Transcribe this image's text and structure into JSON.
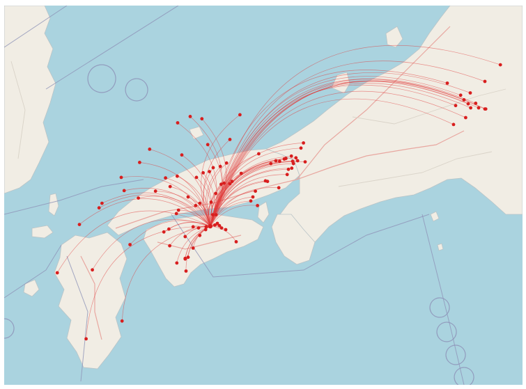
{
  "colors": {
    "sea": "#aad3df",
    "land": "#f1ede4",
    "land_edge": "#b9c4c7",
    "boundary": "#8e93b8",
    "road": "#e8a7a0",
    "road_minor": "#d9d3c8",
    "flow": "#e03a3a",
    "dot": "#d81e1e",
    "page": "#ffffff"
  },
  "map": {
    "origin_id": "kochi",
    "nodes": [
      {
        "id": "kochi",
        "lon": 133.53,
        "lat": 33.56
      },
      {
        "id": "tokyo1",
        "lon": 139.7,
        "lat": 35.69
      },
      {
        "id": "tokyo2",
        "lon": 139.76,
        "lat": 35.62
      },
      {
        "id": "tokyo3",
        "lon": 139.6,
        "lat": 35.76
      },
      {
        "id": "tokyo4",
        "lon": 139.88,
        "lat": 35.7
      },
      {
        "id": "tokyo5",
        "lon": 139.64,
        "lat": 35.45
      },
      {
        "id": "tokyo6",
        "lon": 139.52,
        "lat": 35.84
      },
      {
        "id": "tokyo7",
        "lon": 139.95,
        "lat": 35.62
      },
      {
        "id": "tokyo8",
        "lon": 140.1,
        "lat": 35.6
      },
      {
        "id": "tokyo9",
        "lon": 139.4,
        "lat": 35.66
      },
      {
        "id": "tokyo10",
        "lon": 139.75,
        "lat": 35.88
      },
      {
        "id": "chiba1",
        "lon": 140.12,
        "lat": 35.6
      },
      {
        "id": "ibaraki1",
        "lon": 140.1,
        "lat": 36.08
      },
      {
        "id": "ibaraki2",
        "lon": 140.47,
        "lat": 36.37
      },
      {
        "id": "kanagawa1",
        "lon": 139.35,
        "lat": 35.33
      },
      {
        "id": "saitama1",
        "lon": 139.2,
        "lat": 36.05
      },
      {
        "id": "osaka1",
        "lon": 135.5,
        "lat": 34.69
      },
      {
        "id": "osaka2",
        "lon": 135.52,
        "lat": 34.65
      },
      {
        "id": "osaka3",
        "lon": 135.58,
        "lat": 34.75
      },
      {
        "id": "osaka4",
        "lon": 135.4,
        "lat": 34.55
      },
      {
        "id": "osaka5",
        "lon": 135.62,
        "lat": 34.7
      },
      {
        "id": "kobe1",
        "lon": 135.19,
        "lat": 34.69
      },
      {
        "id": "kobe2",
        "lon": 135.1,
        "lat": 34.7
      },
      {
        "id": "kyoto1",
        "lon": 135.76,
        "lat": 35.01
      },
      {
        "id": "kyoto2",
        "lon": 135.7,
        "lat": 34.92
      },
      {
        "id": "nara1",
        "lon": 135.8,
        "lat": 34.68
      },
      {
        "id": "wakayama1",
        "lon": 135.17,
        "lat": 34.23
      },
      {
        "id": "himeji1",
        "lon": 134.69,
        "lat": 34.82
      },
      {
        "id": "akashi1",
        "lon": 134.98,
        "lat": 34.65
      },
      {
        "id": "okayama1",
        "lon": 133.92,
        "lat": 34.66
      },
      {
        "id": "okayama2",
        "lon": 133.77,
        "lat": 34.6
      },
      {
        "id": "kurashiki1",
        "lon": 133.6,
        "lat": 34.58
      },
      {
        "id": "tottori1",
        "lon": 134.24,
        "lat": 35.5
      },
      {
        "id": "matsue1",
        "lon": 133.05,
        "lat": 35.47
      },
      {
        "id": "yonago1",
        "lon": 133.33,
        "lat": 35.43
      },
      {
        "id": "izumo1",
        "lon": 132.75,
        "lat": 35.36
      },
      {
        "id": "hiroshima1",
        "lon": 132.46,
        "lat": 34.4
      },
      {
        "id": "fukuyama1",
        "lon": 133.36,
        "lat": 34.49
      },
      {
        "id": "kure1",
        "lon": 132.57,
        "lat": 34.25
      },
      {
        "id": "onomichi1",
        "lon": 133.2,
        "lat": 34.41
      },
      {
        "id": "higashihiroshima1",
        "lon": 132.74,
        "lat": 34.43
      },
      {
        "id": "miyoshi1",
        "lon": 132.85,
        "lat": 34.8
      },
      {
        "id": "yamaguchi1",
        "lon": 131.47,
        "lat": 34.18
      },
      {
        "id": "shimonoseki1",
        "lon": 130.94,
        "lat": 33.96
      },
      {
        "id": "iwakuni1",
        "lon": 132.22,
        "lat": 34.17
      },
      {
        "id": "tokuyama1",
        "lon": 131.81,
        "lat": 34.05
      },
      {
        "id": "takamatsu1",
        "lon": 134.05,
        "lat": 34.34
      },
      {
        "id": "takamatsu2",
        "lon": 134.0,
        "lat": 34.3
      },
      {
        "id": "marugame1",
        "lon": 133.79,
        "lat": 34.29
      },
      {
        "id": "sakaide1",
        "lon": 133.86,
        "lat": 34.31
      },
      {
        "id": "kanonji1",
        "lon": 133.66,
        "lat": 34.13
      },
      {
        "id": "tokushima1",
        "lon": 134.55,
        "lat": 34.07
      },
      {
        "id": "tokushima2",
        "lon": 134.5,
        "lat": 34.0
      },
      {
        "id": "anan1",
        "lon": 134.66,
        "lat": 33.92
      },
      {
        "id": "naruto1",
        "lon": 134.61,
        "lat": 34.17
      },
      {
        "id": "matsuyama1",
        "lon": 132.77,
        "lat": 33.84
      },
      {
        "id": "matsuyama2",
        "lon": 132.72,
        "lat": 33.78
      },
      {
        "id": "imabari1",
        "lon": 133.0,
        "lat": 34.07
      },
      {
        "id": "niihama1",
        "lon": 133.28,
        "lat": 33.96
      },
      {
        "id": "saijo1",
        "lon": 133.18,
        "lat": 33.92
      },
      {
        "id": "shikokuchuo1",
        "lon": 133.55,
        "lat": 33.98
      },
      {
        "id": "ozu1",
        "lon": 132.54,
        "lat": 33.51
      },
      {
        "id": "uwajima1",
        "lon": 132.56,
        "lat": 33.22
      },
      {
        "id": "yawatahama1",
        "lon": 132.42,
        "lat": 33.46
      },
      {
        "id": "sukumo1",
        "lon": 132.73,
        "lat": 32.92
      },
      {
        "id": "tosashimizu1",
        "lon": 132.95,
        "lat": 32.78
      },
      {
        "id": "shimanto1",
        "lon": 132.93,
        "lat": 32.99
      },
      {
        "id": "kuroshio1",
        "lon": 133.0,
        "lat": 33.02
      },
      {
        "id": "susaki1",
        "lon": 133.28,
        "lat": 33.4
      },
      {
        "id": "nankoku1",
        "lon": 133.64,
        "lat": 33.58
      },
      {
        "id": "konan1",
        "lon": 133.75,
        "lat": 33.57
      },
      {
        "id": "aki1",
        "lon": 133.9,
        "lat": 33.5
      },
      {
        "id": "muroto1",
        "lon": 134.15,
        "lat": 33.29
      },
      {
        "id": "tosa1",
        "lon": 133.42,
        "lat": 33.5
      },
      {
        "id": "ino1",
        "lon": 133.43,
        "lat": 33.55
      },
      {
        "id": "kami1",
        "lon": 133.7,
        "lat": 33.61
      },
      {
        "id": "motoyama1",
        "lon": 133.59,
        "lat": 33.76
      },
      {
        "id": "otoyo1",
        "lon": 133.67,
        "lat": 33.76
      },
      {
        "id": "niyodo1",
        "lon": 133.12,
        "lat": 33.55
      },
      {
        "id": "yusuhara1",
        "lon": 132.93,
        "lat": 33.38
      },
      {
        "id": "shimanto2",
        "lon": 133.12,
        "lat": 33.18
      },
      {
        "id": "nakamura1",
        "lon": 132.93,
        "lat": 33.0
      },
      {
        "id": "ochi1",
        "lon": 133.25,
        "lat": 33.53
      },
      {
        "id": "geisei1",
        "lon": 133.8,
        "lat": 33.53
      },
      {
        "id": "fukuoka1",
        "lon": 130.4,
        "lat": 33.59
      },
      {
        "id": "kitakyushu1",
        "lon": 130.87,
        "lat": 33.88
      },
      {
        "id": "oita1",
        "lon": 131.61,
        "lat": 33.24
      },
      {
        "id": "kumamoto1",
        "lon": 130.71,
        "lat": 32.8
      },
      {
        "id": "nagasaki1",
        "lon": 129.87,
        "lat": 32.75
      },
      {
        "id": "kagoshima1",
        "lon": 130.56,
        "lat": 31.6
      },
      {
        "id": "miyazaki1",
        "lon": 131.42,
        "lat": 31.91
      },
      {
        "id": "kobe3",
        "lon": 135.3,
        "lat": 34.73
      },
      {
        "id": "sakai1",
        "lon": 135.48,
        "lat": 34.57
      },
      {
        "id": "kishiwada1",
        "lon": 135.37,
        "lat": 34.46
      },
      {
        "id": "nishinomiya1",
        "lon": 135.34,
        "lat": 34.74
      },
      {
        "id": "toyonaka1",
        "lon": 135.47,
        "lat": 34.78
      },
      {
        "id": "awaji1",
        "lon": 134.85,
        "lat": 34.35
      },
      {
        "id": "sumoto1",
        "lon": 134.9,
        "lat": 34.34
      },
      {
        "id": "shodoshima1",
        "lon": 134.27,
        "lat": 34.48
      },
      {
        "id": "kasaoka1",
        "lon": 133.51,
        "lat": 34.51
      },
      {
        "id": "tsuyama1",
        "lon": 134.0,
        "lat": 35.07
      },
      {
        "id": "niimi1",
        "lon": 133.47,
        "lat": 34.98
      },
      {
        "id": "hagi1",
        "lon": 131.4,
        "lat": 34.41
      },
      {
        "id": "masuda1",
        "lon": 131.84,
        "lat": 34.67
      },
      {
        "id": "hamada1",
        "lon": 132.08,
        "lat": 34.9
      }
    ]
  }
}
